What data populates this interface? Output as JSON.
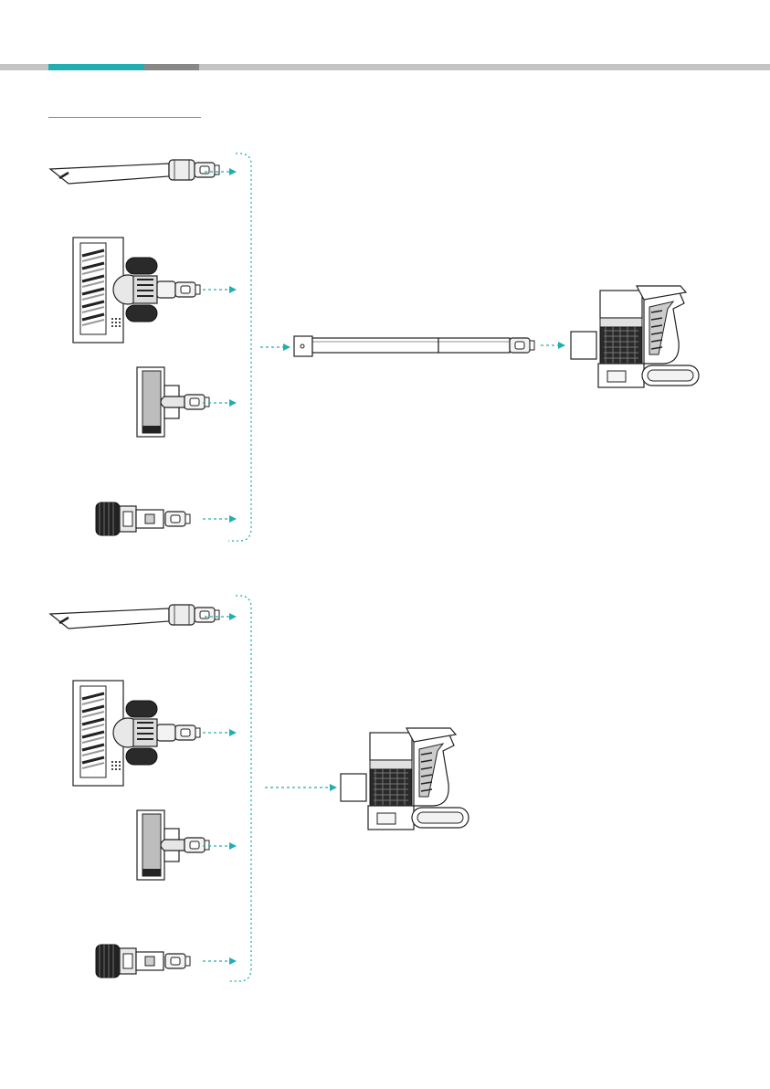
{
  "header": {
    "accent_color": "#22aeb0",
    "bar_color": "#c4c4c4",
    "bar_dark": "#888888"
  },
  "page": {
    "number": ""
  },
  "diagram_1": {
    "description_icons": [
      "crevice-tool",
      "floor-brush",
      "mini-brush",
      "dust-brush",
      "extension-tube",
      "handheld-unit"
    ]
  },
  "diagram_2": {
    "description_icons": [
      "crevice-tool",
      "floor-brush",
      "mini-brush",
      "dust-brush",
      "handheld-unit"
    ]
  }
}
